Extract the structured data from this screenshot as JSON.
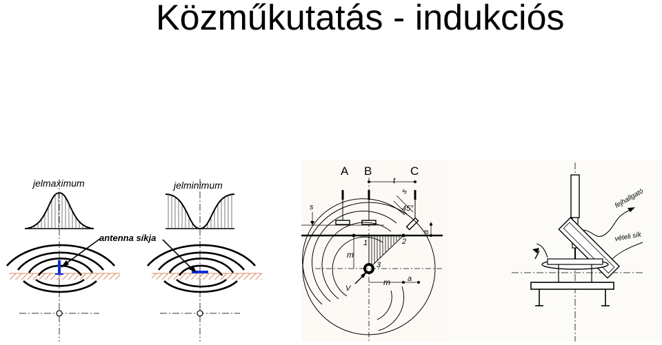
{
  "slide": {
    "title": "Közműkutatás - indukciós"
  },
  "diagram_left": {
    "label_max": "jelmaximum",
    "label_min": "jelminimum",
    "label_antenna": "antenna síkja",
    "antenna_color": "#0a2fd6",
    "ground_color": "#e8a27a"
  },
  "diagram_mid": {
    "labels": {
      "a_top": "A",
      "b_top": "B",
      "c_top": "C",
      "t": "t",
      "s_diag": "s",
      "angle": "45°",
      "s_left": "s",
      "a_right": "a",
      "p1": "1",
      "p2": "2",
      "p3": "3",
      "m_vert": "m",
      "m_horiz": "m",
      "a_bottom": "a",
      "v": "V"
    }
  },
  "diagram_right": {
    "label_amp": "fejhallgató",
    "label_plane": "vételi sík"
  }
}
